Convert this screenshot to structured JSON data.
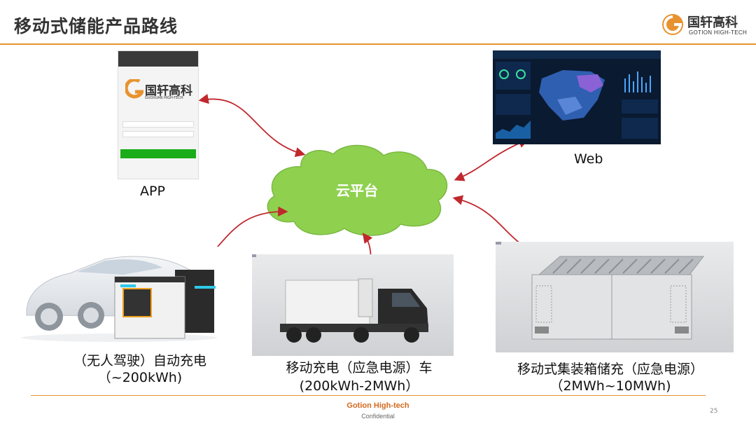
{
  "header": {
    "title": "移动式储能产品路线",
    "logo_cn": "国轩高科",
    "logo_en": "GOTION HIGH-TECH"
  },
  "nodes": {
    "cloud": "云平台",
    "app": "APP",
    "web": "Web",
    "car_line1": "（无人驾驶）自动充电",
    "car_line2": "（~200kWh)",
    "truck_line1": "移动充电（应急电源）车",
    "truck_line2": "(200kWh-2MWh）",
    "container_line1": "移动式集装箱储充（应急电源）",
    "container_line2": "（2MWh~10MWh)"
  },
  "phone": {
    "brand_cn": "国轩高科",
    "brand_en": "GUOXUAN HIGH-TECH"
  },
  "footer": {
    "brand": "Gotion High-tech",
    "confidential": "Confidential",
    "page": "25"
  },
  "colors": {
    "accent": "#e8922f",
    "cloud": "#8fd14f",
    "arrow": "#c0282d",
    "login_button": "#1aad19"
  }
}
